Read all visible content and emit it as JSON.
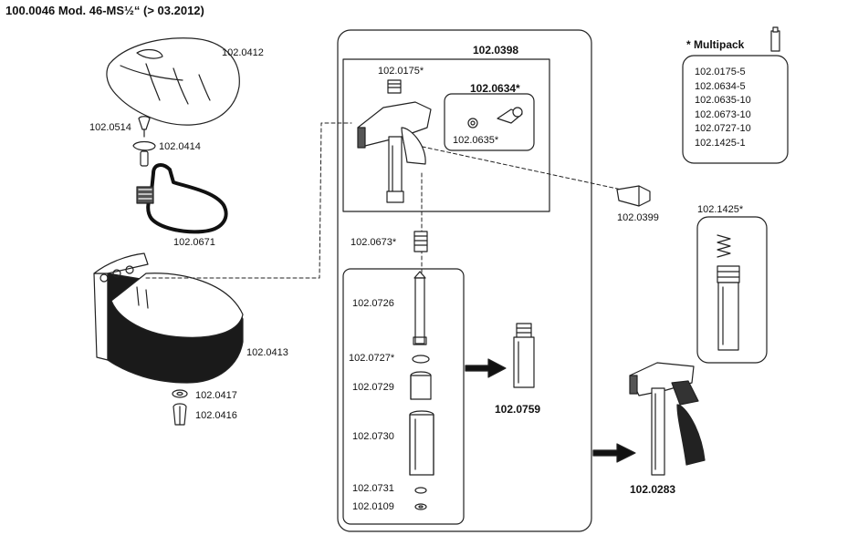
{
  "title": "100.0046 Mod. 46-MS½“ (> 03.2012)",
  "labels": {
    "bowl_cover": "102.0412",
    "pin": "102.0514",
    "clip_small": "102.0414",
    "bracket": "102.0671",
    "bowl": "102.0413",
    "washer": "102.0417",
    "plug": "102.0416",
    "valve_group": "102.0398",
    "valve_nut": "102.0175*",
    "valve_kit": "102.0634*",
    "seal": "102.0635*",
    "spring": "102.0673*",
    "stem": "102.0726",
    "o_ring": "102.0727*",
    "sleeve": "102.0729",
    "tube": "102.0730",
    "seal_ring": "102.0731",
    "nut": "102.0109",
    "tube_assembly": "102.0759",
    "screw": "102.0399",
    "spring_kit": "102.1425*",
    "complete_valve": "102.0283"
  },
  "multipack": {
    "title": "* Multipack",
    "items": [
      "102.0175-5",
      "102.0634-5",
      "102.0635-10",
      "102.0673-10",
      "102.0727-10",
      "102.1425-1"
    ]
  }
}
